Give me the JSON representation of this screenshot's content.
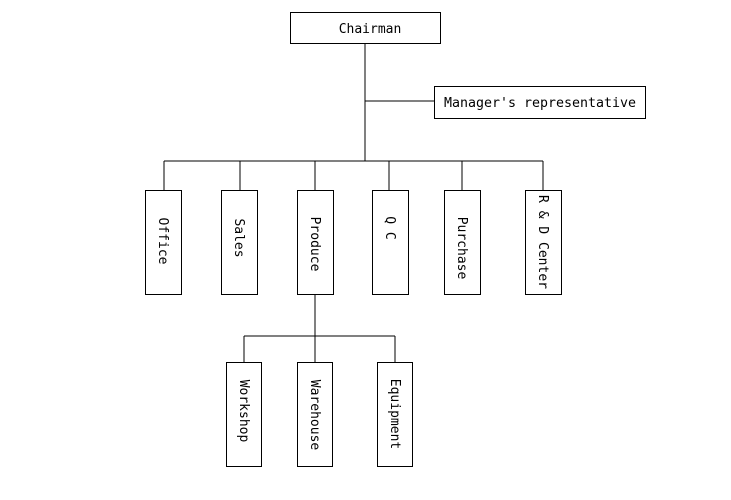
{
  "diagram": {
    "chairman": "Chairman",
    "managers_representative": "Manager's representative",
    "departments": [
      "Office",
      "Sales",
      "Produce",
      "Q C",
      "Purchase",
      "R & D Center"
    ],
    "produce_units": [
      "Workshop",
      "Warehouse",
      "Equipment"
    ]
  }
}
